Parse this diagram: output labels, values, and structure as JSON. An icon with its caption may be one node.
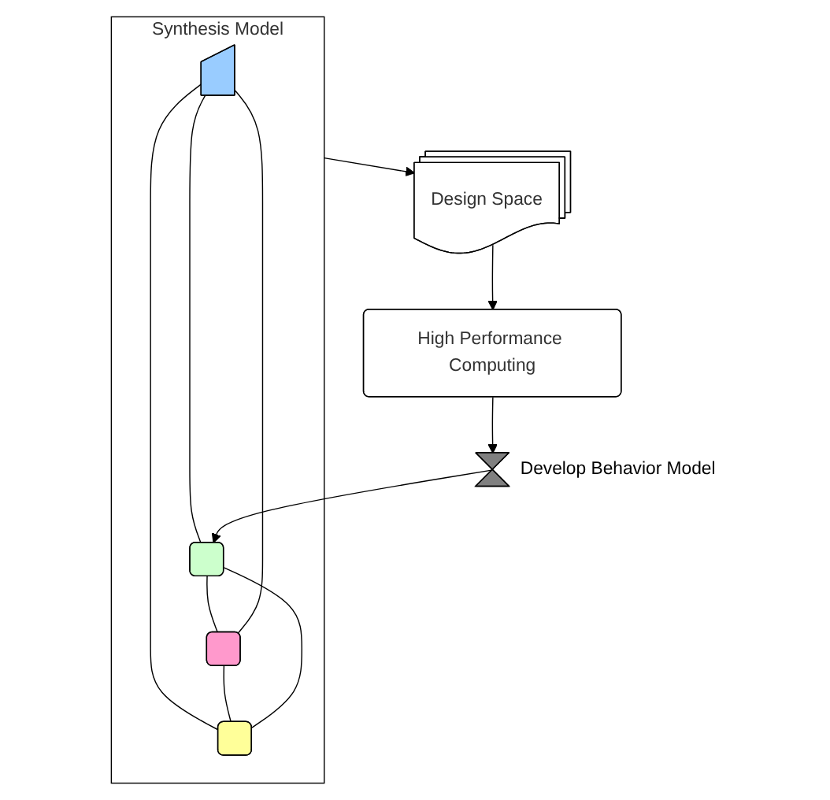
{
  "diagram": {
    "nodes": [
      {
        "text": [
          "Synthesis Model"
        ]
      },
      {
        "text": [],
        "shape": "box",
        "in": 0
      },
      {
        "text": [],
        "shape": "box",
        "in": 0
      },
      {
        "text": [],
        "shape": "box",
        "in": 0
      },
      {
        "text": [],
        "shape": "box",
        "in": 0
      },
      {
        "text": [
          "Design Space"
        ]
      },
      {
        "text": [
          "High Performance Computing"
        ]
      },
      {
        "text": [],
        "shape": "hourglass",
        "beside": [
          "Develop Behavior Model"
        ]
      }
    ],
    "edges": [
      {
        "from": 1,
        "to": 2,
        "arrow": "none"
      },
      {
        "from": 1,
        "to": 4,
        "arrow": "none"
      },
      {
        "from": 2,
        "to": 3,
        "arrow": "none"
      },
      {
        "from": 1,
        "to": 3,
        "arrow": "none"
      },
      {
        "from": 3,
        "to": 4,
        "arrow": "none"
      },
      {
        "from": 2,
        "to": 4,
        "arrow": "none"
      },
      {
        "from": 0,
        "to": 5,
        "arrow": "to"
      },
      {
        "from": 5,
        "to": 6,
        "arrow": "to"
      },
      {
        "from": 6,
        "to": 7,
        "arrow": "to"
      },
      {
        "from": 7,
        "to": 2,
        "arrow": "to"
      }
    ]
  }
}
